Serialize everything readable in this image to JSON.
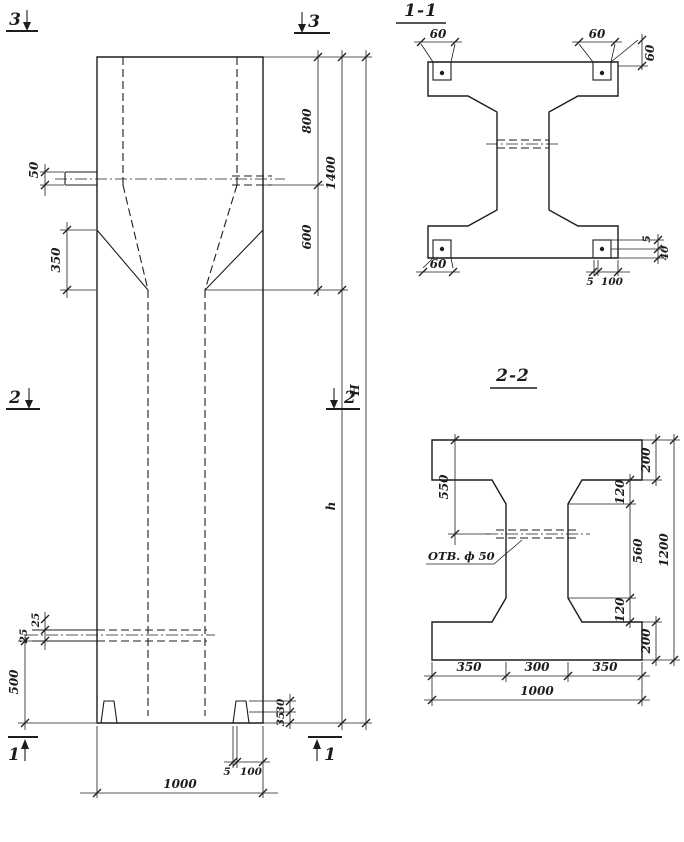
{
  "colors": {
    "ink": "#1d1d20",
    "paper": "#ffffff"
  },
  "elevation": {
    "marks": {
      "m1": "1",
      "m2": "2",
      "m3": "3"
    },
    "dims": {
      "console_height": "50",
      "taper_height": "350",
      "anchor_offset_a": "25",
      "anchor_offset_b": "25",
      "base_height": "500",
      "top_block": "800",
      "top_total": "1400",
      "taper_zone": "600",
      "total_height": "H",
      "shaft_height": "h",
      "foot_lip": "30",
      "foot_height": "35",
      "foot_gap": "5",
      "foot_width": "100",
      "column_width": "1000"
    }
  },
  "section_1_1": {
    "title": "1-1",
    "dims": {
      "plate_offset_top_left": "60",
      "plate_offset_top_right": "60",
      "plate_offset_right": "60",
      "plate_offset_bottom_left": "60",
      "plate_gap_bottom": "5",
      "plate_width_bottom": "100",
      "plate_side_thickness": "5",
      "plate_side_height": "40"
    }
  },
  "section_2_2": {
    "title": "2-2",
    "hole_label": "ОТВ. ф 50",
    "dims": {
      "hole_offset": "550",
      "flange_top": "200",
      "chamfer_top": "120",
      "web_height": "560",
      "chamfer_bottom": "120",
      "flange_bottom": "200",
      "section_height": "1200",
      "flange_left": "350",
      "web_width": "300",
      "flange_right": "350",
      "section_width": "1000"
    }
  }
}
